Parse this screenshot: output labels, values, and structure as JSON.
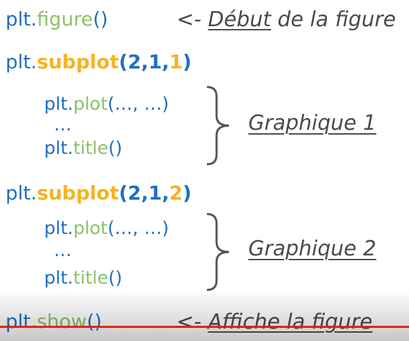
{
  "lines": {
    "figure": {
      "obj": "plt.",
      "fn": "figure",
      "args": "()"
    },
    "subplot1": {
      "obj": "plt.",
      "fn": "subplot",
      "open": "(",
      "rows": "2,1,",
      "index": "1",
      "close": ")"
    },
    "plot1": {
      "obj": "plt.",
      "fn": "plot",
      "args": "(…, …)"
    },
    "dots1": "…",
    "title1": {
      "obj": "plt.",
      "fn": "title",
      "args": "()"
    },
    "subplot2": {
      "obj": "plt.",
      "fn": "subplot",
      "open": "(",
      "rows": "2,1,",
      "index": "2",
      "close": ")"
    },
    "plot2": {
      "obj": "plt.",
      "fn": "plot",
      "args": "(…, …)"
    },
    "dots2": "…",
    "title2": {
      "obj": "plt.",
      "fn": "title",
      "args": "()"
    },
    "show": {
      "obj": "plt.",
      "fn": "show",
      "args": "()"
    }
  },
  "comments": {
    "start_prefix": "<- ",
    "start_word": "Début",
    "start_rest": " de la figure",
    "end_prefix": "<- ",
    "end_text": "Affiche la figure"
  },
  "labels": {
    "graph1": "Graphique 1",
    "graph2": "Graphique 2"
  },
  "colors": {
    "code_blue": "#1f6fc4",
    "function_green": "#8cc06a",
    "subplot_orange": "#f5b324",
    "comment_gray": "#4a4a4a",
    "progress_red": "#e0201b"
  }
}
